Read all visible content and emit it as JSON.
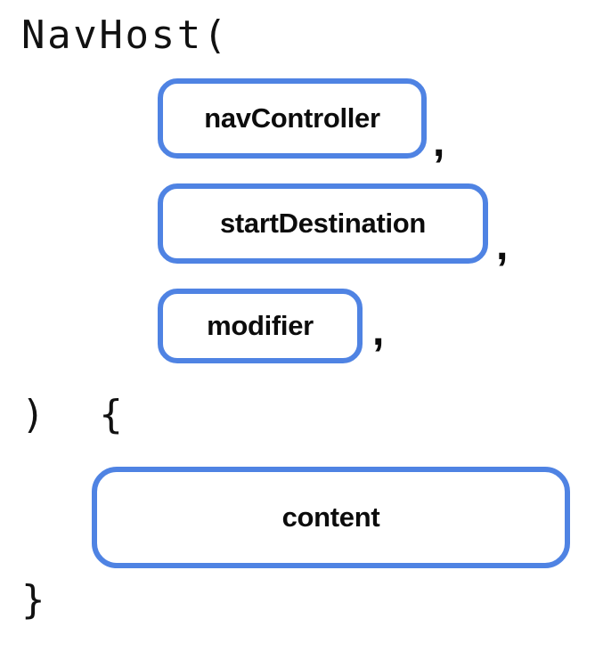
{
  "diagram": {
    "title": "NavHost composable signature diagram",
    "background_color": "#ffffff",
    "accent_color": "#4F83E3",
    "text_color": "#0c0c0c"
  },
  "code": {
    "open_line": "NavHost(",
    "paren_brace_line": ")  {",
    "close_brace_line": "}"
  },
  "parameters": [
    {
      "label": "navController",
      "trailing": ","
    },
    {
      "label": "startDestination",
      "trailing": ","
    },
    {
      "label": "modifier",
      "trailing": ","
    }
  ],
  "body": {
    "label": "content"
  }
}
